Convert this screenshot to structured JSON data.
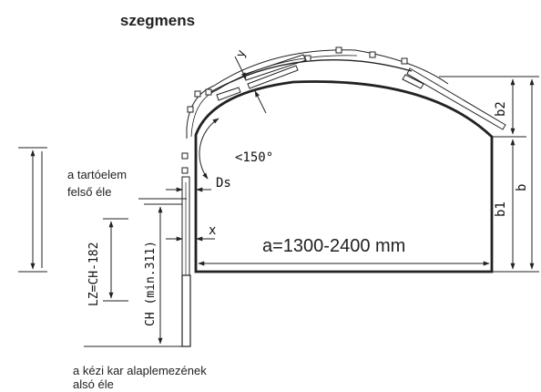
{
  "diagram": {
    "title": "szegmens",
    "labels": {
      "tartoelem_line1": "a tartóelem",
      "tartoelem_line2": "felső éle",
      "kar_line1": "a kézi kar alaplemezének",
      "kar_line2": "alsó éle",
      "angle": "<150°",
      "ds": "Ds",
      "x": "x",
      "y": "y",
      "width_a": "a=1300-2400 mm",
      "b2": "b2",
      "b1": "b1",
      "b": "b",
      "lz": "LZ=CH-182",
      "ch": "CH (min.311)"
    }
  }
}
